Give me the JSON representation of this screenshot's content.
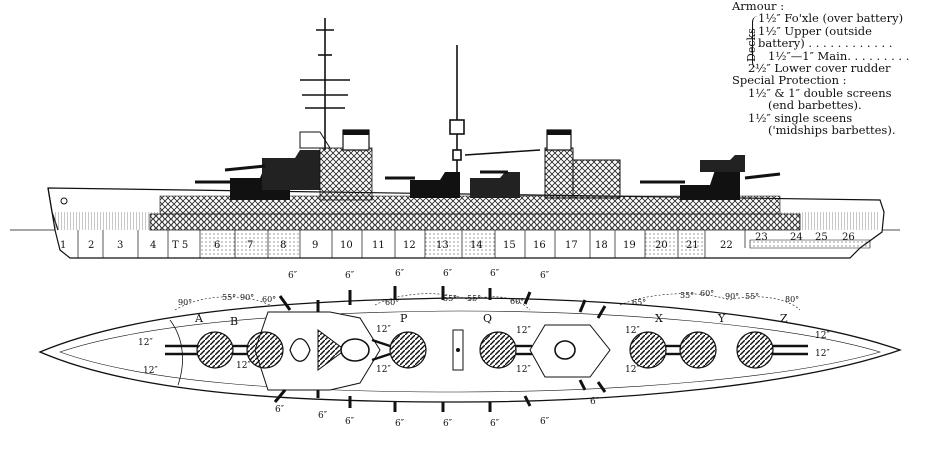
{
  "legend": {
    "armour": "Armour :",
    "decks_label": "Decks",
    "line1": "1½″ Fo'xle (over battery)",
    "line2": "1½″  Upper  (outside",
    "line3": "battery) . . . . . . . . . . . .",
    "line4": "1½″—1″ Main. . . . . . . . .",
    "rudder": "2½″ Lower cover rudder",
    "special": "Special Protection :",
    "sp1": "1½″ & 1″ double screens",
    "sp2": "(end barbettes).",
    "sp3": "1½″ single sceens",
    "sp4": "('midships barbettes)."
  },
  "compartments": [
    "1",
    "2",
    "3",
    "4",
    "T 5",
    "6",
    "7",
    "8",
    "9",
    "10",
    "11",
    "12",
    "13",
    "14",
    "15",
    "16",
    "17",
    "18",
    "19",
    "20",
    "21",
    "22",
    "23",
    "24",
    "25",
    "26"
  ],
  "turrets": [
    "A",
    "B",
    "P",
    "Q",
    "X",
    "Y",
    "Z"
  ],
  "arcs": [
    "90°",
    "55°",
    "90°",
    "60°",
    "60°",
    "55°",
    "55°",
    "60°",
    "65°",
    "55°",
    "60°",
    "90°",
    "55°",
    "80°"
  ],
  "gun_labels": {
    "six": "6″",
    "twelve": "12″"
  },
  "colors": {
    "ink": "#111111",
    "paper": "#ffffff",
    "armour_hatch": "#222222",
    "light_hatch": "#888888"
  }
}
